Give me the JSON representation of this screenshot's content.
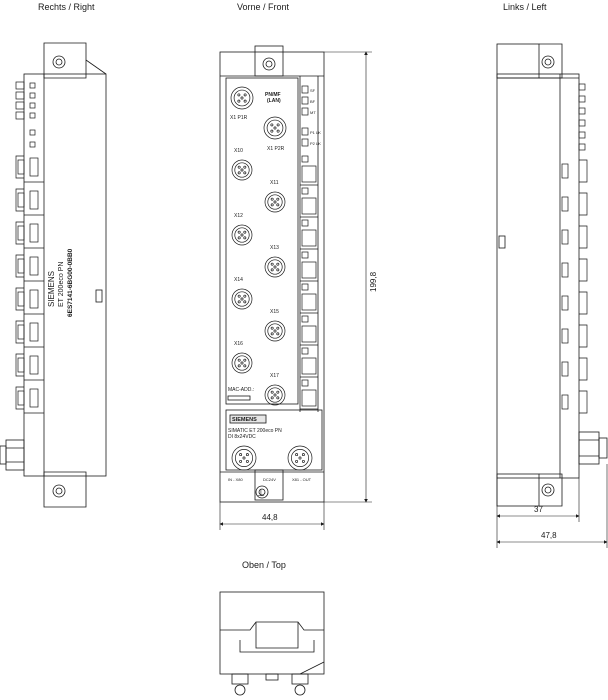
{
  "views": {
    "right": "Rechts / Right",
    "front": "Vorne / Front",
    "left": "Links / Left",
    "top": "Oben / Top"
  },
  "device": {
    "brand": "SIEMENS",
    "product": "ET 200eco PN",
    "order_number": "6ES7141-6BG00-0BB0",
    "plate_brand": "SIEMENS",
    "plate_line1": "SIMATIC ET 200eco PN",
    "plate_line2": "DI 8x24VDC"
  },
  "front_labels": {
    "port_p1r": "X1 P1R",
    "port_p2r": "X1 P2R",
    "pn_if_1": "PN/MF",
    "pn_if_2": "(LAN)",
    "x10": "X10",
    "x11": "X11",
    "x12": "X12",
    "x13": "X13",
    "x14": "X14",
    "x15": "X15",
    "x16": "X16",
    "x17": "X17",
    "mac": "MAC-ADD.:",
    "in": "IN - X80",
    "dc": "DC24V",
    "out": "X81 - OUT"
  },
  "led_labels": [
    "SF",
    "BF",
    "MT",
    "P1 LK",
    "P2 LK"
  ],
  "dimensions": {
    "height": "199,8",
    "width_front": "44,8",
    "depth_body": "37",
    "depth_total": "47,8"
  }
}
